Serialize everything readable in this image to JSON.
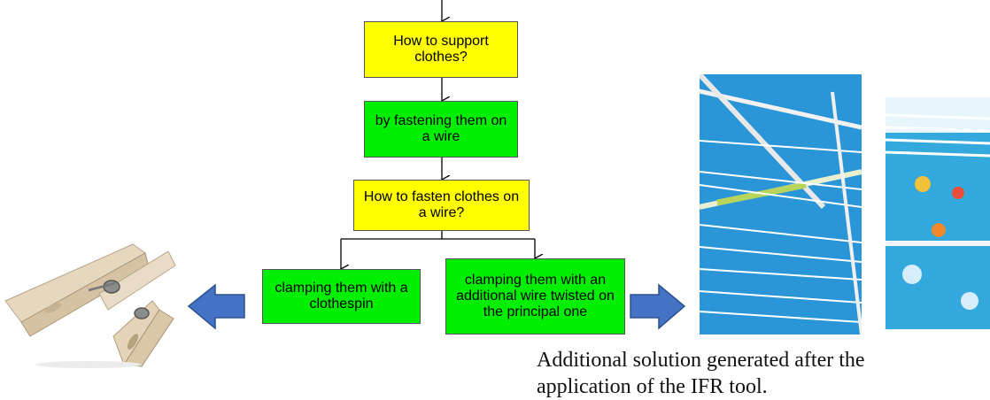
{
  "flowchart": {
    "q1": "How to support clothes?",
    "a1": "by fastening them on a wire",
    "q2": "How to fasten clothes on a wire?",
    "left_solution": "clamping them with a clothespin",
    "right_solution": "clamping them with an additional wire twisted on the principal one"
  },
  "caption": {
    "line1": "Additional solution generated after the",
    "line2": "application of the IFR tool."
  },
  "colors": {
    "question_box": "#ffff00",
    "answer_box": "#00ee00",
    "block_arrow": "#4472c4"
  },
  "images": {
    "left": "clothespin-photo",
    "right_1": "clothesline-wires-photo",
    "right_2": "clothesline-wires-with-clothes-photo"
  }
}
